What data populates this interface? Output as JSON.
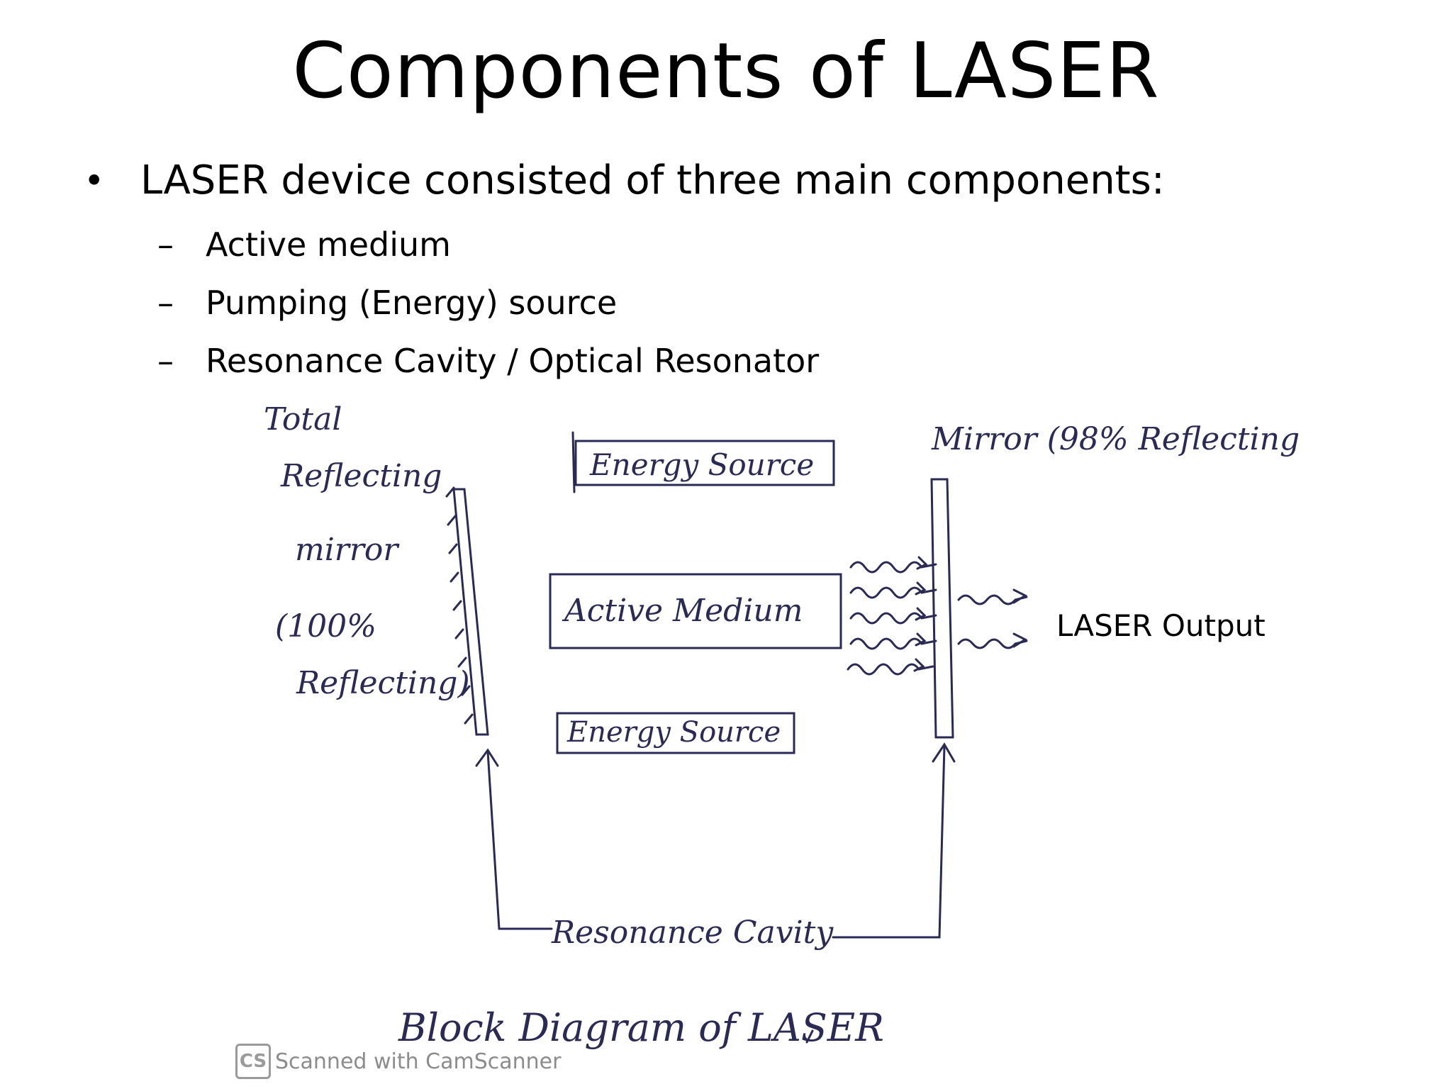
{
  "title": "Components of LASER",
  "bullet": "LASER device consisted of three main components:",
  "bullet_marker": "•",
  "sub_marker": "–",
  "sub_items": [
    "Active medium",
    "Pumping (Energy) source",
    "Resonance Cavity / Optical Resonator"
  ],
  "diagram": {
    "left_mirror_label": [
      "Total",
      "Reflecting",
      "mirror",
      "(100%",
      "Reflecting)"
    ],
    "right_mirror_label": "Mirror (98% Reflecting",
    "energy_source_top": "Energy Source",
    "active_medium": "Active Medium",
    "energy_source_bottom": "Energy Source",
    "resonance_cavity": "Resonance Cavity",
    "caption": "Block  Diagram of  LASER",
    "laser_output": "LASER Output"
  },
  "watermark": {
    "logo": "CS",
    "text": "Scanned with CamScanner"
  }
}
